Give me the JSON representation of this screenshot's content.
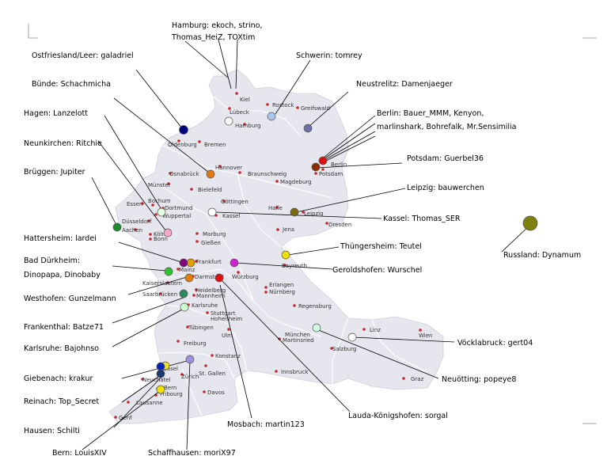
{
  "labels": {
    "hamburg_a": "Hamburg: ekoch, strino,",
    "hamburg_b": "Thomas_HeiZ, TOXtim",
    "ostfriesland": "Ostfriesland/Leer: galadriel",
    "schwerin": "Schwerin: tomrey",
    "buende": "Bünde: Schachmicha",
    "neustrelitz": "Neustrelitz: Damenjaeger",
    "hagen": "Hagen: Lanzelott",
    "berlin_a": "Berlin: Bauer_MMM, Kenyon,",
    "berlin_b": "marlinshark, Bohrefalk, Mr.Sensimilia",
    "neunkirchen": "Neunkirchen: Ritchie",
    "brueggen": "Brüggen: Jupiter",
    "potsdam": "Potsdam: Guerbel36",
    "leipzig": "Leipzig: bauwerchen",
    "kassel": "Kassel: Thomas_SER",
    "russland": "Russland: Dynamum",
    "hattersheim": "Hattersheim: lardei",
    "thuengersheim": "Thüngersheim: Teutel",
    "badduerkheim_a": "Bad Dürkheim:",
    "badduerkheim_b": "Dinopapa, Dinobaby",
    "geroldshofen": "Geroldshofen: Wurschel",
    "westhofen": "Westhofen: Gunzelmann",
    "frankenthal": "Frankenthal: Batze71",
    "karlsruhe": "Karlsruhe: Bajohnso",
    "voecklabruck": "Vöcklabruck: gert04",
    "giebenach": "Giebenach: krakur",
    "neuoetting": "Neuötting: popeye8",
    "reinach": "Reinach: Top_Secret",
    "laudaK": "Lauda-Königshofen: sorgal",
    "mosbach": "Mosbach: martin123",
    "hausen": "Hausen: Schilti",
    "bern": "Bern: LouisXIV",
    "schaffhausen": "Schaffhausen: moriX97"
  },
  "cities": {
    "kiel": "Kiel",
    "lubeck": "Lübeck",
    "rostock": "Rostock",
    "greifswald": "Greifswald",
    "hamburg": "Hamburg",
    "oldenburg": "Oldenburg",
    "bremen": "Bremen",
    "hannover": "Hannover",
    "braunschweig": "Braunschweig",
    "osnabrueck": "Osnabrück",
    "berlin": "Berlin",
    "potsdam": "Potsdam",
    "magdeburg": "Magdeburg",
    "muenster": "Münster",
    "bielefeld": "Bielefeld",
    "goettingen": "Göttingen",
    "essen": "Essen",
    "bochum": "Bochum",
    "dortmund": "Dortmund",
    "wuppertal": "Wuppertal",
    "kassel": "Kassel",
    "halle": "Halle",
    "leipzig": "Leipzig",
    "dresden": "Dresden",
    "duesseldorf": "Düsseldorf",
    "aachen": "Aachen",
    "koeln": "Köln",
    "bonn": "Bonn",
    "marburg": "Marburg",
    "giessen": "Gießen",
    "jena": "Jena",
    "frankfurt": "Frankfurt",
    "bayreuth": "Bayreuth",
    "mainz": "Mainz",
    "darmstadt": "Darmstadt",
    "wuerzburg": "Würzburg",
    "kaiserslautern": "Kaiserslautern",
    "saarbruecken": "Saarbrücken",
    "heidelberg": "Heidelberg",
    "mannheim": "Mannheim",
    "erlangen": "Erlangen",
    "nuernberg": "Nürnberg",
    "regensburg": "Regensburg",
    "karlsruhe": "Karlsruhe",
    "stuttgart": "Stuttgart",
    "hohenheim": "Hohenheim",
    "tuebingen": "Tübingen",
    "ulm": "Ulm",
    "linz": "Linz",
    "wien": "Wien",
    "freiburg": "Freiburg",
    "muenchen": "München",
    "martinsried": "Martinsried",
    "salzburg": "Salzburg",
    "basel": "Basel",
    "konstanz": "Konstanz",
    "zuerich": "Zürich",
    "stgallen": "St. Gallen",
    "innsbruck": "Innsbruck",
    "neuchatel": "Neuchâtel",
    "bern": "Bern",
    "fribourg": "Fribourg",
    "graz": "Graz",
    "davos": "Davos",
    "lausanne": "Lausanne",
    "genf": "Genf"
  },
  "colors": {
    "land": "#e6e6ee",
    "border": "#ffffff",
    "city_dot": "#c8272d",
    "text": "#000000"
  },
  "markers": [
    {
      "name": "ostfriesland",
      "color": "#000080"
    },
    {
      "name": "hamburg",
      "color": "#ffffff"
    },
    {
      "name": "schwerin",
      "color": "#a9c8ee"
    },
    {
      "name": "neustrelitz",
      "color": "#6f6fa8"
    },
    {
      "name": "buende",
      "color": "#e07a10"
    },
    {
      "name": "berlin",
      "color": "#e01010"
    },
    {
      "name": "potsdam",
      "color": "#8b2d00"
    },
    {
      "name": "leipzig",
      "color": "#7a6a10"
    },
    {
      "name": "kassel",
      "color": "#ffffff"
    },
    {
      "name": "russland",
      "color": "#7f7f10"
    },
    {
      "name": "hagen",
      "color": "#e0ffe0"
    },
    {
      "name": "neunkirchen",
      "color": "#f7a8c8"
    },
    {
      "name": "brueggen",
      "color": "#1a8a2a"
    },
    {
      "name": "thuengersheim",
      "color": "#f0e000"
    },
    {
      "name": "hattersheim",
      "color": "#e0a000"
    },
    {
      "name": "geroldshofen",
      "color": "#d020d0"
    },
    {
      "name": "badduerkheim",
      "color": "#800080"
    },
    {
      "name": "badduerkheim2",
      "color": "#30c030"
    },
    {
      "name": "westhofen",
      "color": "#e08000"
    },
    {
      "name": "laudaK",
      "color": "#e01010"
    },
    {
      "name": "frankenthal",
      "color": "#2a8a5a"
    },
    {
      "name": "karlsruhe",
      "color": "#d0ffd0"
    },
    {
      "name": "voecklabruck",
      "color": "#d0ffe0"
    },
    {
      "name": "neuoetting",
      "color": "#ffffff"
    },
    {
      "name": "schaffhausen",
      "color": "#a090e0"
    },
    {
      "name": "mosbach",
      "color": "#f0e030"
    },
    {
      "name": "giebenach",
      "color": "#0020c0"
    },
    {
      "name": "reinach",
      "color": "#1a3a6a"
    },
    {
      "name": "bern",
      "color": "#f0e000"
    }
  ]
}
